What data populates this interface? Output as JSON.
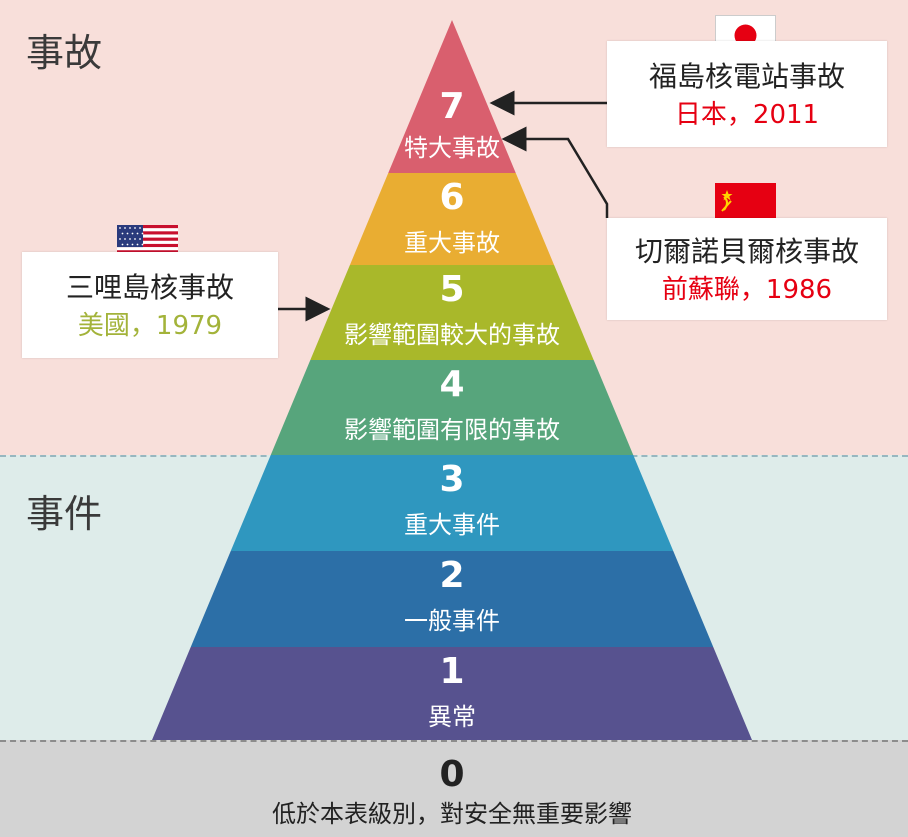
{
  "zones": {
    "accident": "事故",
    "incident": "事件"
  },
  "levels": [
    {
      "num": "7",
      "label": "特大事故",
      "color": "#d95f6e"
    },
    {
      "num": "6",
      "label": "重大事故",
      "color": "#e9ad32"
    },
    {
      "num": "5",
      "label": "影響範圍較大的事故",
      "color": "#a9b82a"
    },
    {
      "num": "4",
      "label": "影響範圍有限的事故",
      "color": "#57a57c"
    },
    {
      "num": "3",
      "label": "重大事件",
      "color": "#2f97bf"
    },
    {
      "num": "2",
      "label": "一般事件",
      "color": "#2c6fa7"
    },
    {
      "num": "1",
      "label": "異常",
      "color": "#57528f"
    }
  ],
  "level_zero": {
    "num": "0",
    "label": "低於本表級別，對安全無重要影響"
  },
  "events": {
    "fukushima": {
      "name": "福島核電站事故",
      "where": "日本，2011",
      "color": "#e60012",
      "flag": "japan-flag"
    },
    "chernobyl": {
      "name": "切爾諾貝爾核事故",
      "where": "前蘇聯，1986",
      "color": "#e60012",
      "flag": "soviet-flag"
    },
    "tmi": {
      "name": "三哩島核事故",
      "where": "美國，1979",
      "color": "#a3b33a",
      "flag": "usa-flag"
    }
  }
}
